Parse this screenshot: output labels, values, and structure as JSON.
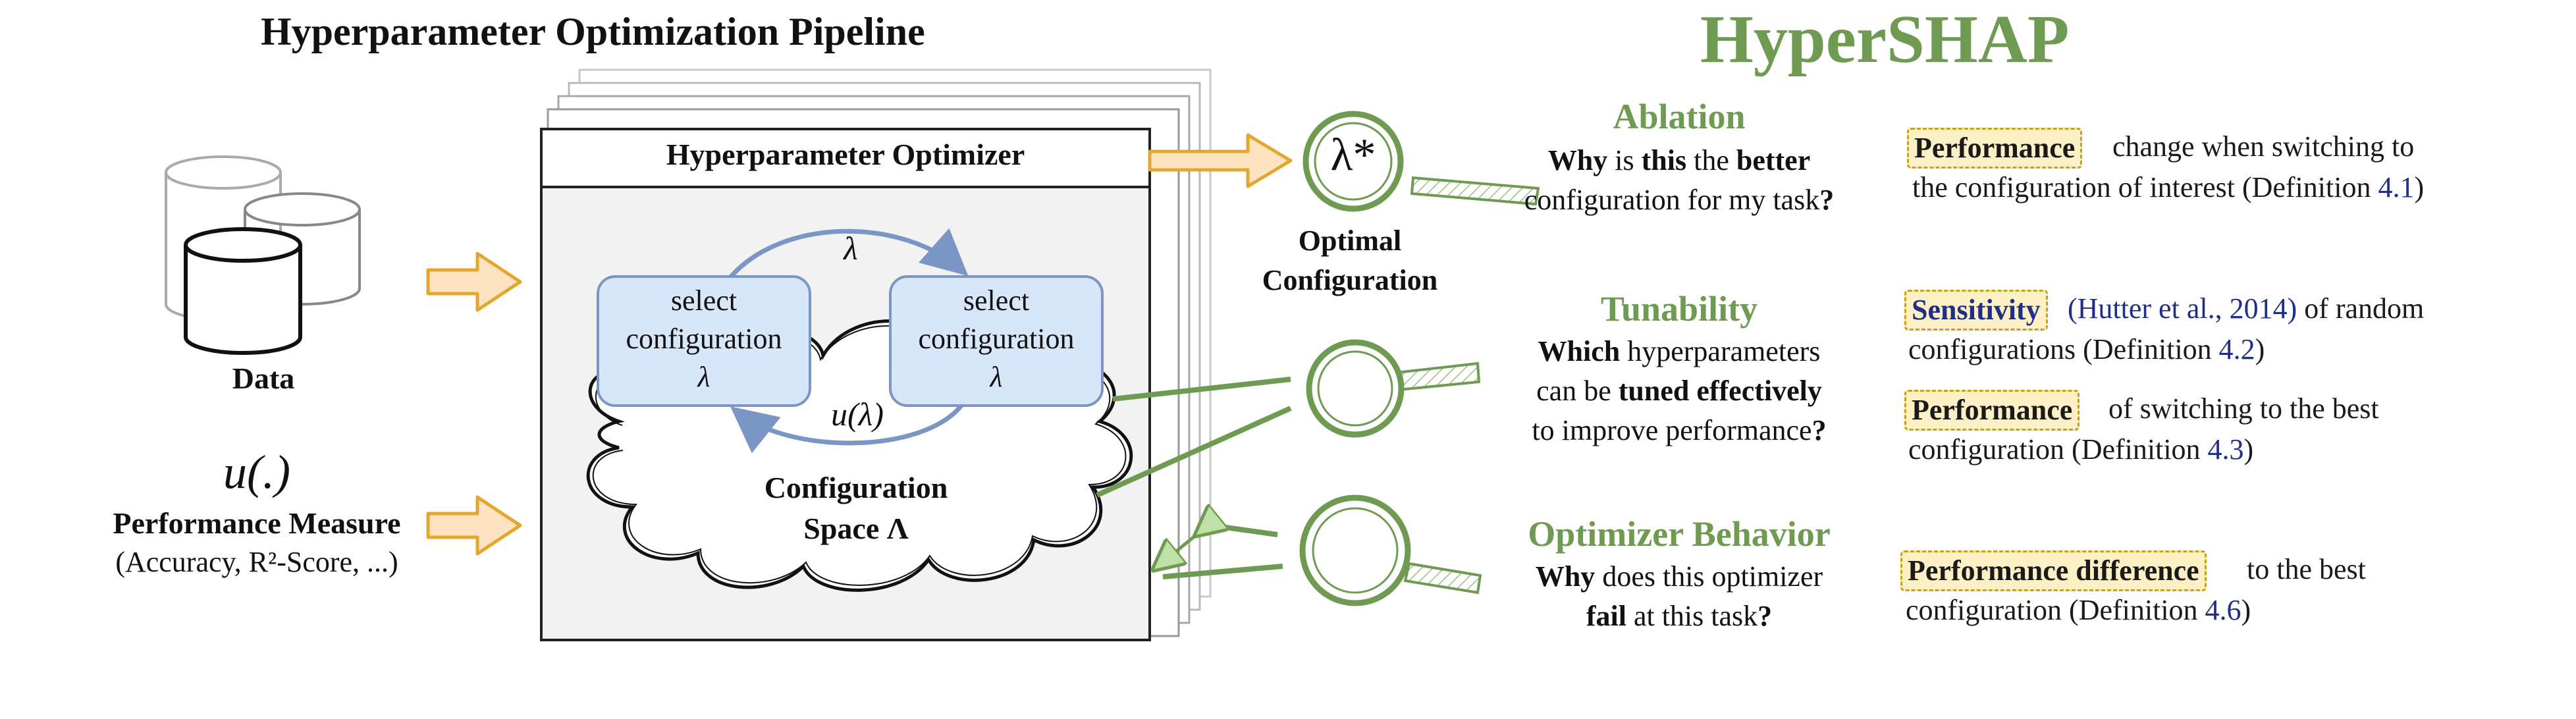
{
  "left_title": "Hyperparameter Optimization Pipeline",
  "right_title": "HyperSHAP",
  "data_label": "Data",
  "performance_symbol": "u(.)",
  "performance_label": "Performance Measure",
  "performance_sub": "(Accuracy, R²-Score, ...)",
  "optimizer_title": "Hyperparameter Optimizer",
  "select_box_left": [
    "select",
    "configuration",
    "λ"
  ],
  "select_box_right": [
    "select",
    "configuration",
    "λ"
  ],
  "arrow_top_label": "λ",
  "arrow_bottom_label": "u(λ)",
  "cloud_label": [
    "Configuration",
    "Space Λ"
  ],
  "optimal_symbol": "λ*",
  "optimal_label": [
    "Optimal",
    "Configuration"
  ],
  "sections": [
    {
      "title": "Ablation",
      "question_lines": [
        [
          {
            "t": "Why",
            "b": true
          },
          {
            "t": " is ",
            "b": false
          },
          {
            "t": "this",
            "b": true
          },
          {
            "t": " the ",
            "b": false
          },
          {
            "t": "better",
            "b": true
          }
        ],
        [
          {
            "t": "configuration for my task",
            "b": false
          },
          {
            "t": "?",
            "b": true
          }
        ]
      ]
    },
    {
      "title": "Tunability",
      "question_lines": [
        [
          {
            "t": "Which",
            "b": true
          },
          {
            "t": " hyperparameters",
            "b": false
          }
        ],
        [
          {
            "t": "can be ",
            "b": false
          },
          {
            "t": "tuned effectively",
            "b": true
          }
        ],
        [
          {
            "t": "to improve performance",
            "b": false
          },
          {
            "t": "?",
            "b": true
          }
        ]
      ]
    },
    {
      "title": "Optimizer Behavior",
      "question_lines": [
        [
          {
            "t": "Why",
            "b": true
          },
          {
            "t": " does this optimizer",
            "b": false
          }
        ],
        [
          {
            "t": "fail",
            "b": true
          },
          {
            "t": " at this task",
            "b": false
          },
          {
            "t": "?",
            "b": true
          }
        ]
      ]
    }
  ],
  "definitions": [
    {
      "highlight": "Performance",
      "rest1": "change when switching to",
      "line2": "the configuration of interest (Definition ",
      "ref": "4.1",
      "tail": ")"
    },
    {
      "highlight": "Sensitivity",
      "cite": "(Hutter et al., 2014)",
      "rest1": " of random",
      "line2": "configurations (Definition ",
      "ref": "4.2",
      "tail": ")"
    },
    {
      "highlight": "Performance",
      "rest1": "of switching to the best",
      "line2": "configuration (Definition ",
      "ref": "4.3",
      "tail": ")"
    },
    {
      "highlight": "Performance difference",
      "rest1": "to the best",
      "line2": "configuration (Definition ",
      "ref": "4.6",
      "tail": ")"
    }
  ],
  "colors": {
    "green": "#6f9a52",
    "orange": "#e3a72f",
    "orange_fill": "#fde3c0",
    "blue_box": "#d7e6f8",
    "blue_arrow": "#7b96c4",
    "highlight": "#fdf0c4",
    "ref_blue": "#1f2f86"
  }
}
